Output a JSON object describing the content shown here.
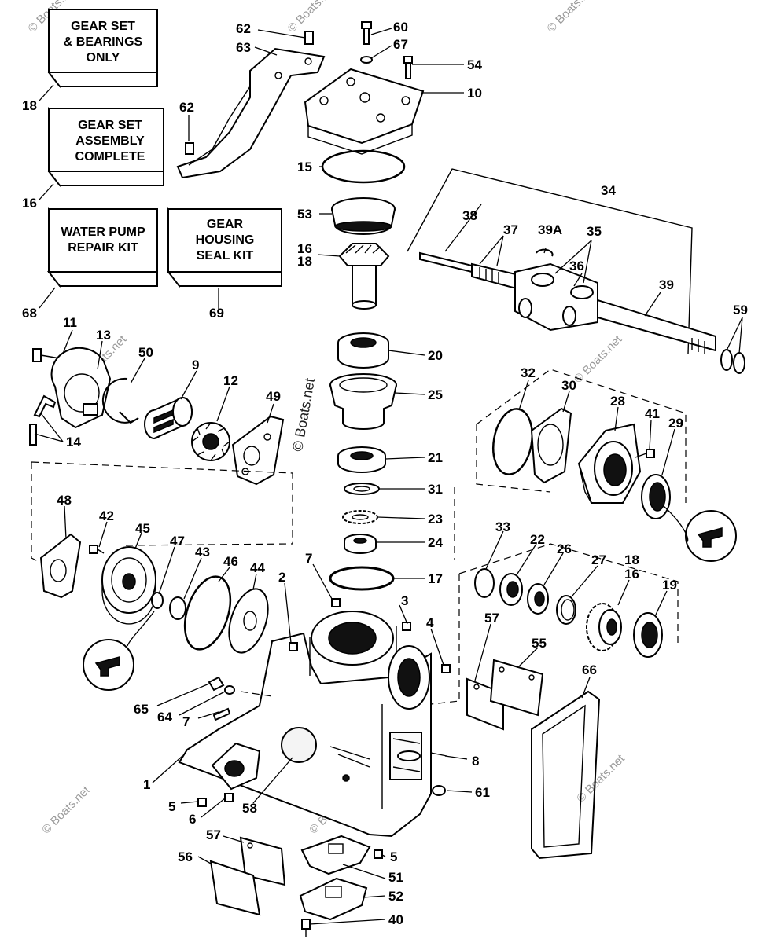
{
  "kit_boxes": [
    {
      "id": "18",
      "lines": [
        "GEAR SET",
        "& BEARINGS",
        "ONLY"
      ]
    },
    {
      "id": "16",
      "lines": [
        "GEAR SET",
        "ASSEMBLY",
        "COMPLETE"
      ]
    },
    {
      "id": "68",
      "lines": [
        "WATER PUMP",
        "REPAIR KIT"
      ]
    },
    {
      "id": "69",
      "lines": [
        "GEAR",
        "HOUSING",
        "SEAL KIT"
      ]
    }
  ],
  "callouts": [
    "18",
    "16",
    "68",
    "69",
    "62",
    "63",
    "62",
    "60",
    "67",
    "54",
    "10",
    "15",
    "53",
    "16",
    "18",
    "34",
    "38",
    "37",
    "39A",
    "35",
    "36",
    "39",
    "59",
    "11",
    "13",
    "50",
    "9",
    "12",
    "49",
    "14",
    "20",
    "25",
    "21",
    "31",
    "23",
    "24",
    "17",
    "32",
    "30",
    "28",
    "41",
    "29",
    "48",
    "42",
    "45",
    "47",
    "43",
    "46",
    "44",
    "7",
    "2",
    "3",
    "4",
    "33",
    "22",
    "26",
    "27",
    "18",
    "16",
    "19",
    "57",
    "55",
    "66",
    "65",
    "64",
    "7",
    "1",
    "5",
    "6",
    "58",
    "8",
    "61",
    "57",
    "56",
    "5",
    "51",
    "52",
    "40"
  ],
  "watermark": {
    "small": "© Boats.net",
    "center": "© Boats.net"
  }
}
